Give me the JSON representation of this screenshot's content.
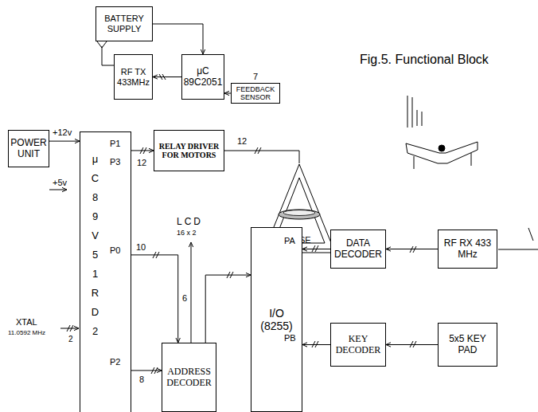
{
  "diagram": {
    "caption": "Fig.5. Functional Block",
    "nodes": [
      {
        "text": [
          "BATTERY SUPPLY"
        ]
      },
      {
        "text": [
          "RF TX 433MHz"
        ]
      },
      {
        "text": [
          "μC 89C2051"
        ]
      },
      {
        "text": [
          "FEEDBACK SENSOR"
        ]
      },
      {
        "text": [
          "POWER UNIT"
        ]
      },
      {
        "text": [
          "μC 89V51RD2"
        ]
      },
      {
        "text": [
          "RELAY DRIVER FOR MOTORS"
        ]
      },
      {
        "text": [
          "BASE"
        ]
      },
      {
        "text": [
          "ADDRESS DECODER"
        ]
      },
      {
        "text": [
          "I/O (8255)"
        ]
      },
      {
        "text": [
          "DATA DECODER"
        ]
      },
      {
        "text": [
          "RF RX 433 MHz"
        ]
      },
      {
        "text": [
          "KEY DECODER"
        ]
      },
      {
        "text": [
          "5x5 KEY PAD"
        ]
      }
    ],
    "edges": [
      {
        "from": 0,
        "to": 2,
        "arrow": "to"
      },
      {
        "from": 2,
        "to": 1,
        "arrow": "to"
      },
      {
        "from": 3,
        "to": 2,
        "arrow": "to"
      },
      {
        "from": 4,
        "to": 5,
        "arrow": "to"
      },
      {
        "from": 5,
        "to": 6,
        "arrow": "to"
      },
      {
        "from": 6,
        "to": 7,
        "arrow": "none"
      },
      {
        "from": 5,
        "to": 8,
        "arrow": "to"
      },
      {
        "from": 5,
        "to": 8,
        "arrow": "to"
      },
      {
        "from": 8,
        "to": 9,
        "arrow": "to"
      },
      {
        "from": 10,
        "to": 9,
        "arrow": "to"
      },
      {
        "from": 11,
        "to": 10,
        "arrow": "to"
      },
      {
        "from": 12,
        "to": 9,
        "arrow": "to"
      },
      {
        "from": 13,
        "to": 12,
        "arrow": "to"
      }
    ],
    "labels": [
      "7",
      "+12v",
      "+5v",
      "P1",
      "P3",
      "12",
      "12",
      "P0",
      "10",
      "6",
      "P2",
      "8",
      "XTAL",
      "11.0592 MHz",
      "2",
      "LCD",
      "16 x 2",
      "PA",
      "PB"
    ]
  }
}
